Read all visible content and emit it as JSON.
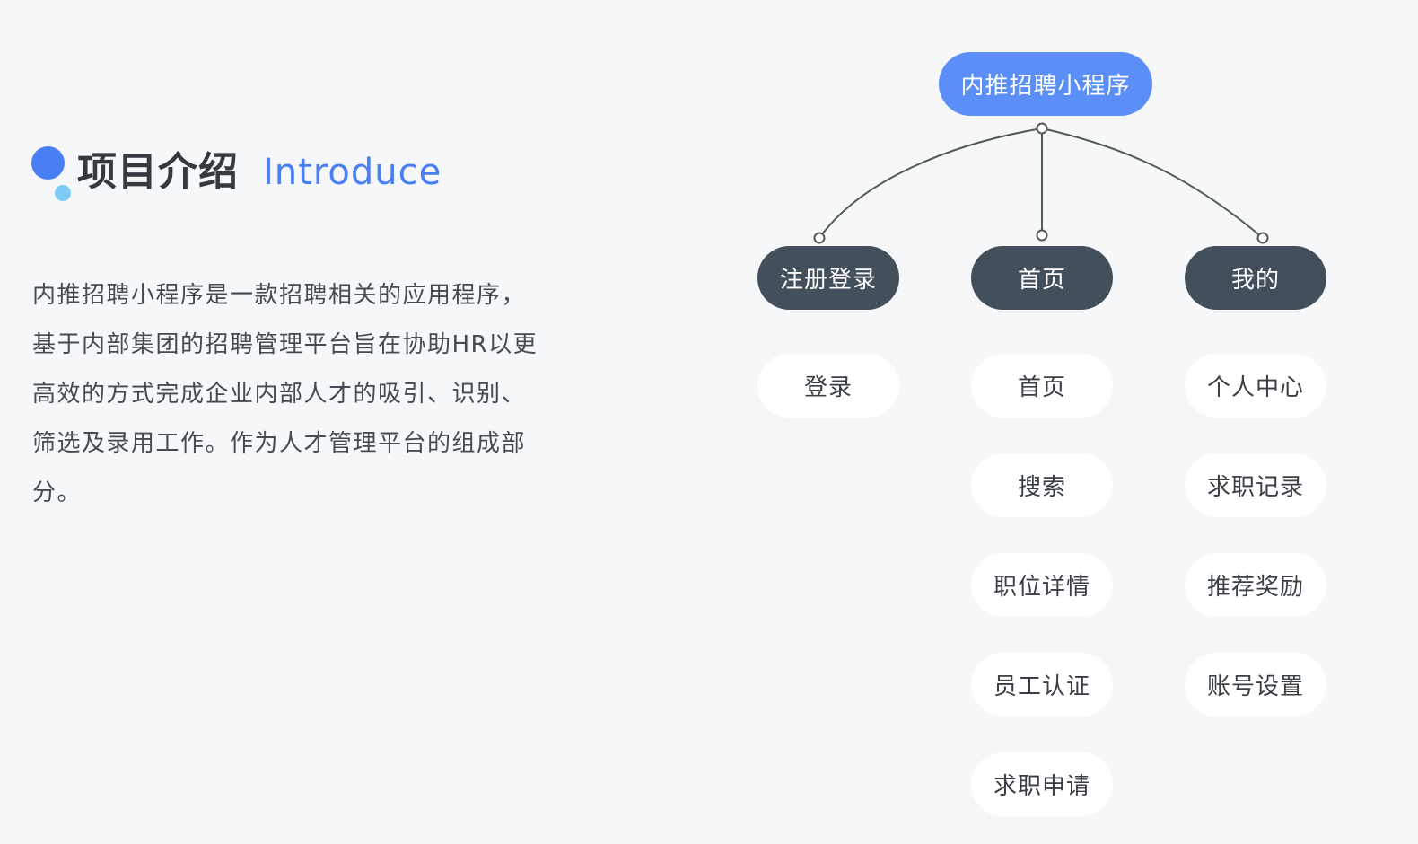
{
  "header": {
    "title_cn": "项目介绍",
    "title_en": "Introduce"
  },
  "description": {
    "lines": [
      "内推招聘小程序是一款招聘相关的应用程序，",
      "基于内部集团的招聘管理平台旨在协助HR以更",
      "高效的方式完成企业内部人才的吸引、识别、",
      "筛选及录用工作。作为人才管理平台的组成部",
      "分。"
    ]
  },
  "diagram": {
    "root": "内推招聘小程序",
    "categories": [
      {
        "label": "注册登录",
        "items": [
          "登录"
        ]
      },
      {
        "label": "首页",
        "items": [
          "首页",
          "搜索",
          "职位详情",
          "员工认证",
          "求职申请"
        ]
      },
      {
        "label": "我的",
        "items": [
          "个人中心",
          "求职记录",
          "推荐奖励",
          "账号设置"
        ]
      }
    ]
  },
  "colors": {
    "accent": "#4a7ef5",
    "accent_light": "#7ecbf8",
    "root_node": "#5b8ff7",
    "category_node": "#434f5b",
    "leaf_node": "#ffffff",
    "connector": "#555a55",
    "background": "#f6f7f9"
  }
}
